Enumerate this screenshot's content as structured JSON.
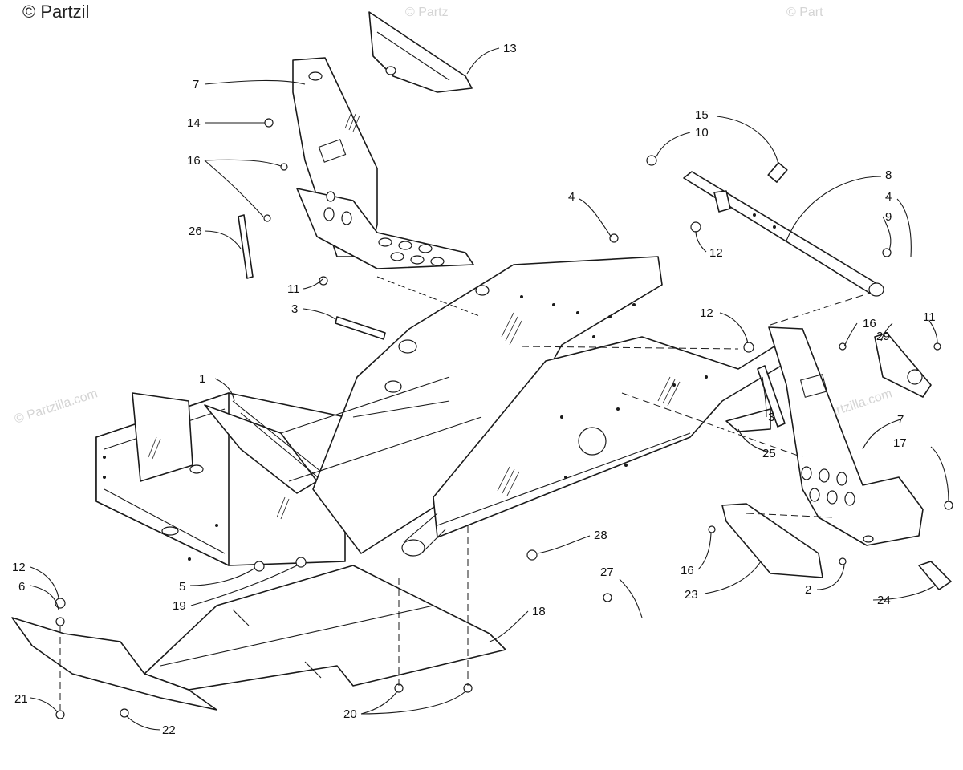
{
  "watermark": {
    "corner_text": "© Partzil",
    "tile_text": "© Partzilla.com",
    "top_text_1": "© Partz",
    "top_text_2": "© Part"
  },
  "callouts": [
    {
      "id": "c1",
      "label": "1"
    },
    {
      "id": "c2",
      "label": "2"
    },
    {
      "id": "c3a",
      "label": "3"
    },
    {
      "id": "c3b",
      "label": "3"
    },
    {
      "id": "c4a",
      "label": "4"
    },
    {
      "id": "c4b",
      "label": "4"
    },
    {
      "id": "c5",
      "label": "5"
    },
    {
      "id": "c6",
      "label": "6"
    },
    {
      "id": "c7a",
      "label": "7"
    },
    {
      "id": "c7b",
      "label": "7"
    },
    {
      "id": "c8",
      "label": "8"
    },
    {
      "id": "c9",
      "label": "9"
    },
    {
      "id": "c10",
      "label": "10"
    },
    {
      "id": "c11a",
      "label": "11"
    },
    {
      "id": "c11b",
      "label": "11"
    },
    {
      "id": "c12a",
      "label": "12"
    },
    {
      "id": "c12b",
      "label": "12"
    },
    {
      "id": "c12c",
      "label": "12"
    },
    {
      "id": "c13",
      "label": "13"
    },
    {
      "id": "c14",
      "label": "14"
    },
    {
      "id": "c15",
      "label": "15"
    },
    {
      "id": "c16a",
      "label": "16"
    },
    {
      "id": "c16b",
      "label": "16"
    },
    {
      "id": "c16c",
      "label": "16"
    },
    {
      "id": "c17",
      "label": "17"
    },
    {
      "id": "c18",
      "label": "18"
    },
    {
      "id": "c19",
      "label": "19"
    },
    {
      "id": "c20",
      "label": "20"
    },
    {
      "id": "c21",
      "label": "21"
    },
    {
      "id": "c22",
      "label": "22"
    },
    {
      "id": "c23",
      "label": "23"
    },
    {
      "id": "c24",
      "label": "24"
    },
    {
      "id": "c25",
      "label": "25"
    },
    {
      "id": "c26",
      "label": "26"
    },
    {
      "id": "c27",
      "label": "27"
    },
    {
      "id": "c28",
      "label": "28"
    },
    {
      "id": "c29",
      "label": "29"
    }
  ]
}
